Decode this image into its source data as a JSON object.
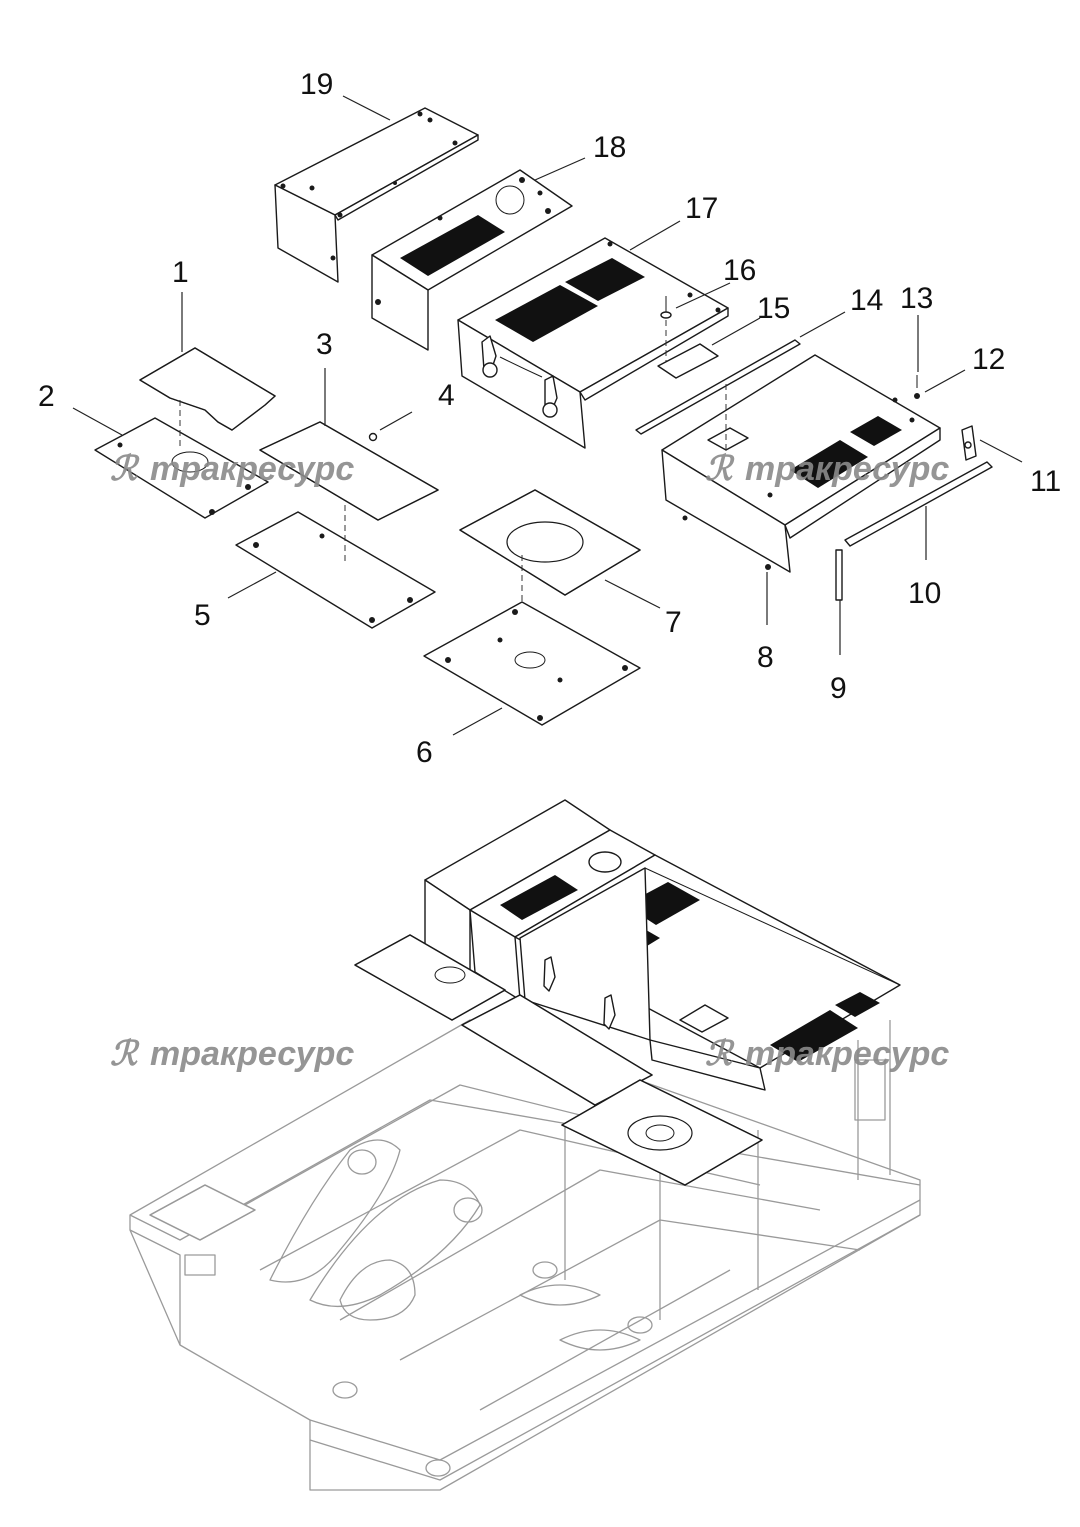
{
  "diagram": {
    "callouts": [
      "1",
      "2",
      "3",
      "4",
      "5",
      "6",
      "7",
      "8",
      "9",
      "10",
      "11",
      "12",
      "13",
      "14",
      "15",
      "16",
      "17",
      "18",
      "19"
    ],
    "watermark_text": "трaкресурс",
    "watermark_color": "#8a8a8a",
    "line_color": "#1a1a1a",
    "frame_color": "#9a9a9a"
  }
}
